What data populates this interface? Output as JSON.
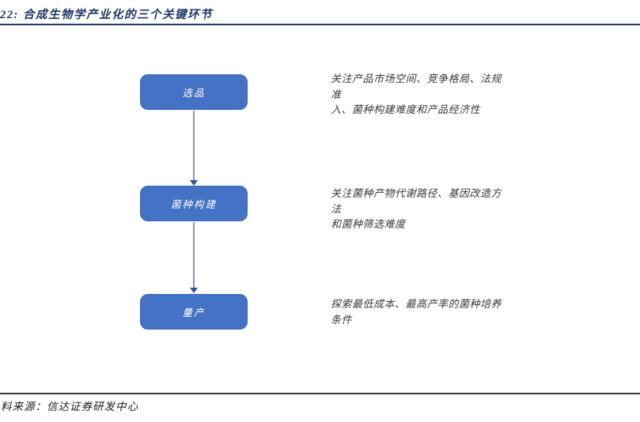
{
  "figure": {
    "title": "22: 合成生物学产业化的三个关键环节",
    "source": "料来源：信达证券研发中心"
  },
  "steps": [
    {
      "label": "选品"
    },
    {
      "label": "菌种构建"
    },
    {
      "label": "量产"
    }
  ],
  "annotations": [
    {
      "line1": "关注产品市场空间、竞争格局、法规准",
      "line2": "入、菌种构建难度和产品经济性"
    },
    {
      "line1": "关注菌种产物代谢路径、基因改造方法",
      "line2": "和菌种筛选难度"
    },
    {
      "line1": "探索最低成本、最高产率的菌种培养",
      "line2": "条件"
    }
  ],
  "colors": {
    "box_fill": "#4472C4",
    "box_border": "#3A66B5",
    "connector_line": "#7C98C9",
    "arrowhead": "#2F528F",
    "title_navy": "#1F3864",
    "annotation_text": "#383838",
    "bottom_rule": "#3a3a3a",
    "background": "#ffffff"
  }
}
